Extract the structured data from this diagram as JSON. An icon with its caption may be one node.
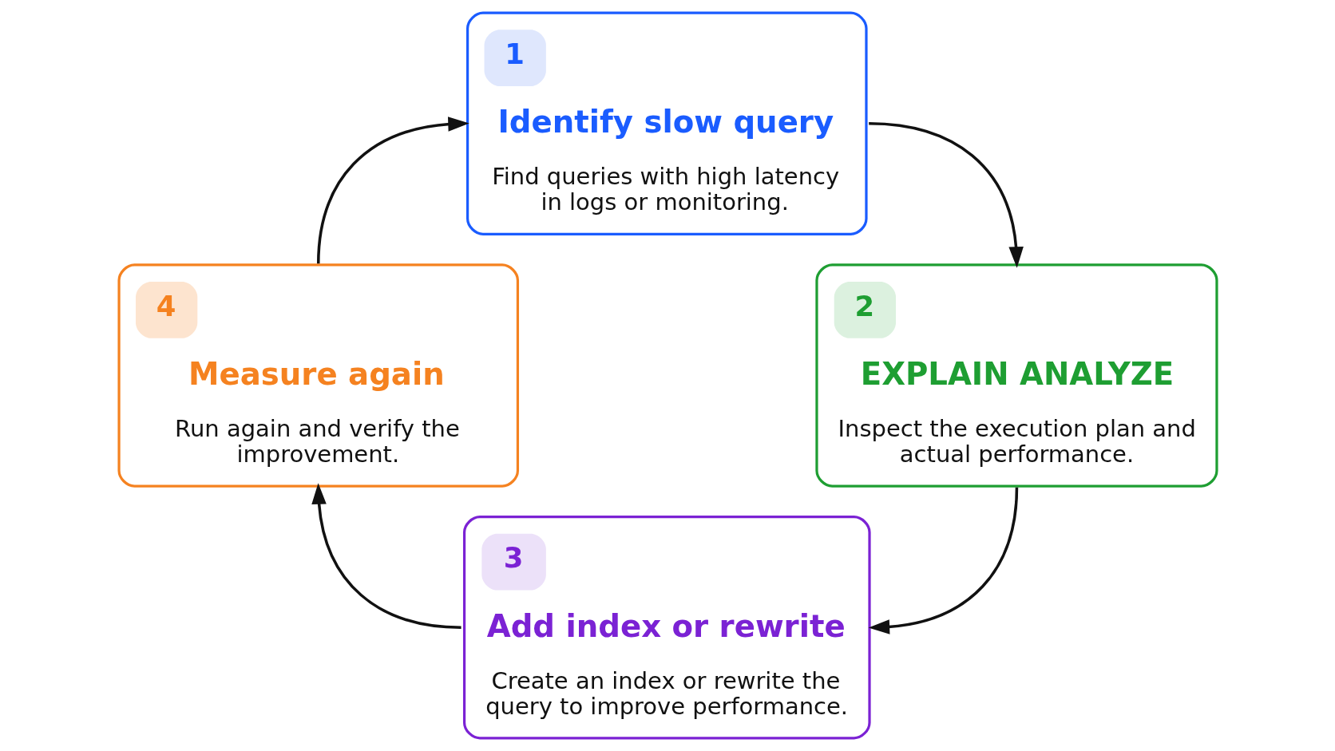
{
  "diagram": {
    "nodes": [
      {
        "text": [
          "1",
          "Identify slow query",
          "Find queries with high latency in logs or monitoring."
        ]
      },
      {
        "text": [
          "2",
          "EXPLAIN ANALYZE",
          "Inspect the execution plan and actual performance."
        ]
      },
      {
        "text": [
          "3",
          "Add index or rewrite",
          "Create an index or rewrite the query to improve performance."
        ]
      },
      {
        "text": [
          "4",
          "Measure again",
          "Run again and verify the improvement."
        ]
      }
    ],
    "edges": [
      {
        "from": 0,
        "to": 1,
        "arrow": "to"
      },
      {
        "from": 1,
        "to": 2,
        "arrow": "to"
      },
      {
        "from": 2,
        "to": 3,
        "arrow": "to"
      },
      {
        "from": 3,
        "to": 0,
        "arrow": "to"
      }
    ]
  }
}
